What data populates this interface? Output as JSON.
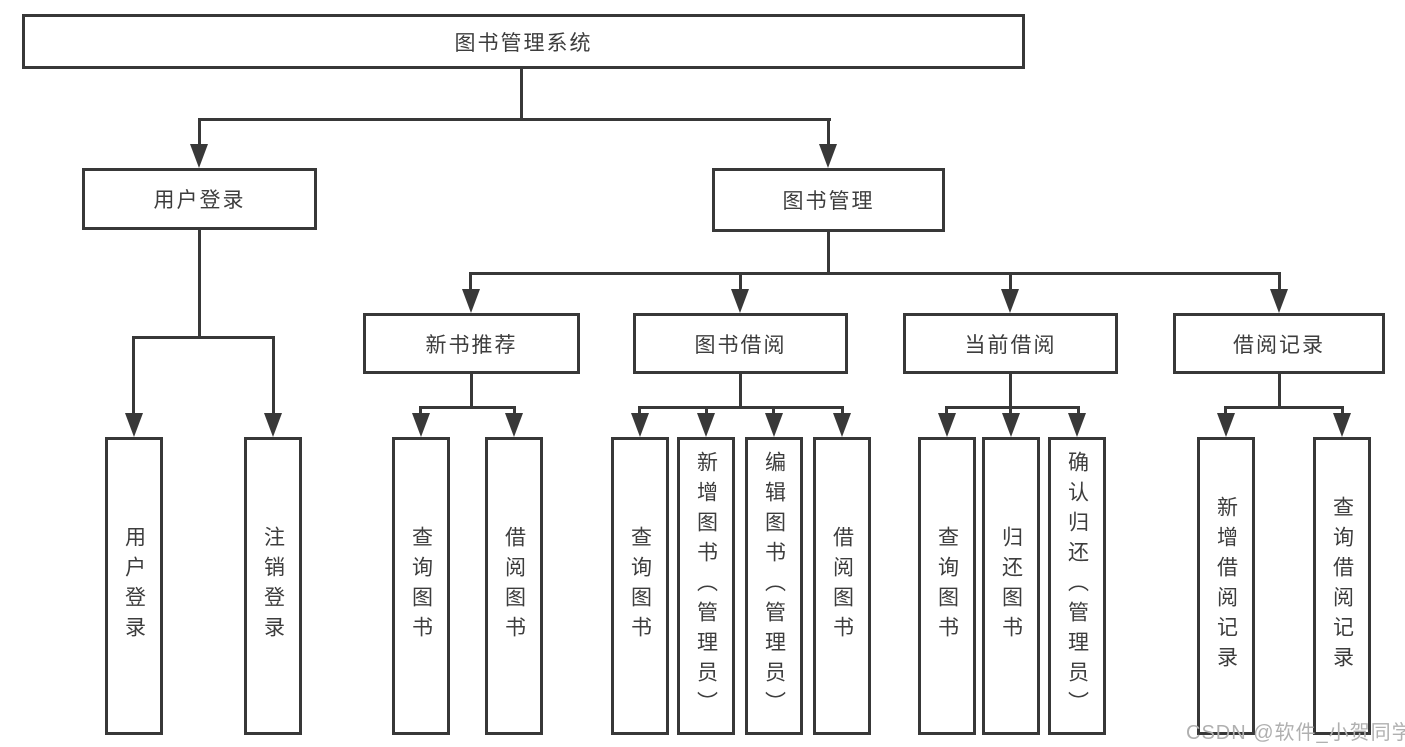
{
  "colors": {
    "line": "#383838",
    "text": "#3d3d3d",
    "background": "#ffffff",
    "watermark": "#b0b0b0"
  },
  "watermark": {
    "text": "CSDN @软件_小贺同学"
  },
  "tree": {
    "root": {
      "label": "图书管理系统"
    },
    "level2": [
      {
        "label": "用户登录"
      },
      {
        "label": "图书管理"
      }
    ],
    "level3": [
      {
        "label": "新书推荐"
      },
      {
        "label": "图书借阅"
      },
      {
        "label": "当前借阅"
      },
      {
        "label": "借阅记录"
      }
    ],
    "leaves": [
      {
        "label": "用户登录"
      },
      {
        "label": "注销登录"
      },
      {
        "label": "查询图书"
      },
      {
        "label": "借阅图书"
      },
      {
        "label": "查询图书"
      },
      {
        "label": "新增图书（管理员）"
      },
      {
        "label": "编辑图书（管理员）"
      },
      {
        "label": "借阅图书"
      },
      {
        "label": "查询图书"
      },
      {
        "label": "归还图书"
      },
      {
        "label": "确认归还（管理员）"
      },
      {
        "label": "新增借阅记录"
      },
      {
        "label": "查询借阅记录"
      }
    ]
  }
}
